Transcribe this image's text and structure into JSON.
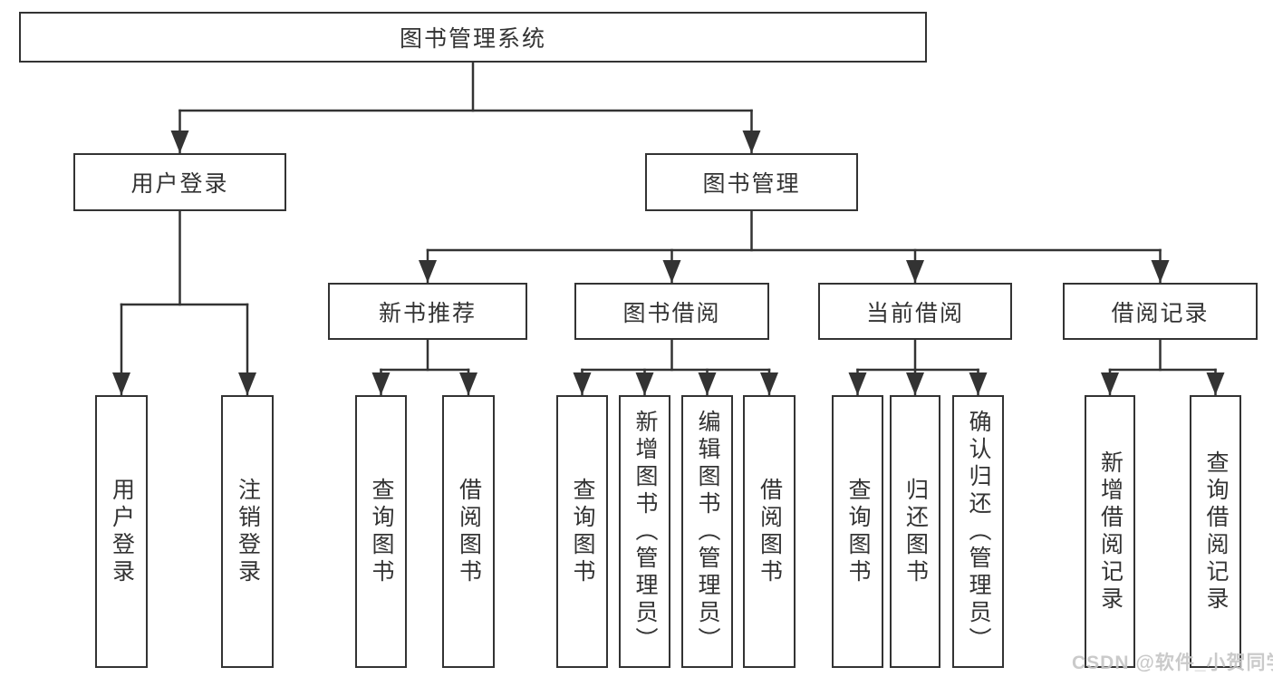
{
  "tree": {
    "label": "图书管理系统",
    "children": [
      {
        "label": "用户登录",
        "children": [
          {
            "label": "用户登录"
          },
          {
            "label": "注销登录"
          }
        ]
      },
      {
        "label": "图书管理",
        "children": [
          {
            "label": "新书推荐",
            "children": [
              {
                "label": "查询图书"
              },
              {
                "label": "借阅图书"
              }
            ]
          },
          {
            "label": "图书借阅",
            "children": [
              {
                "label": "查询图书"
              },
              {
                "label": "新增图书（管理员）"
              },
              {
                "label": "编辑图书（管理员）"
              },
              {
                "label": "借阅图书"
              }
            ]
          },
          {
            "label": "当前借阅",
            "children": [
              {
                "label": "查询图书"
              },
              {
                "label": "归还图书"
              },
              {
                "label": "确认归还（管理员）"
              }
            ]
          },
          {
            "label": "借阅记录",
            "children": [
              {
                "label": "新增借阅记录"
              },
              {
                "label": "查询借阅记录"
              }
            ]
          }
        ]
      }
    ]
  },
  "watermark": {
    "text": "CSDN @软件_小贺同学"
  },
  "colors": {
    "line": "#333333",
    "box_border": "#333333",
    "text": "#333333",
    "background": "#ffffff",
    "watermark": "#c6c6c6"
  }
}
